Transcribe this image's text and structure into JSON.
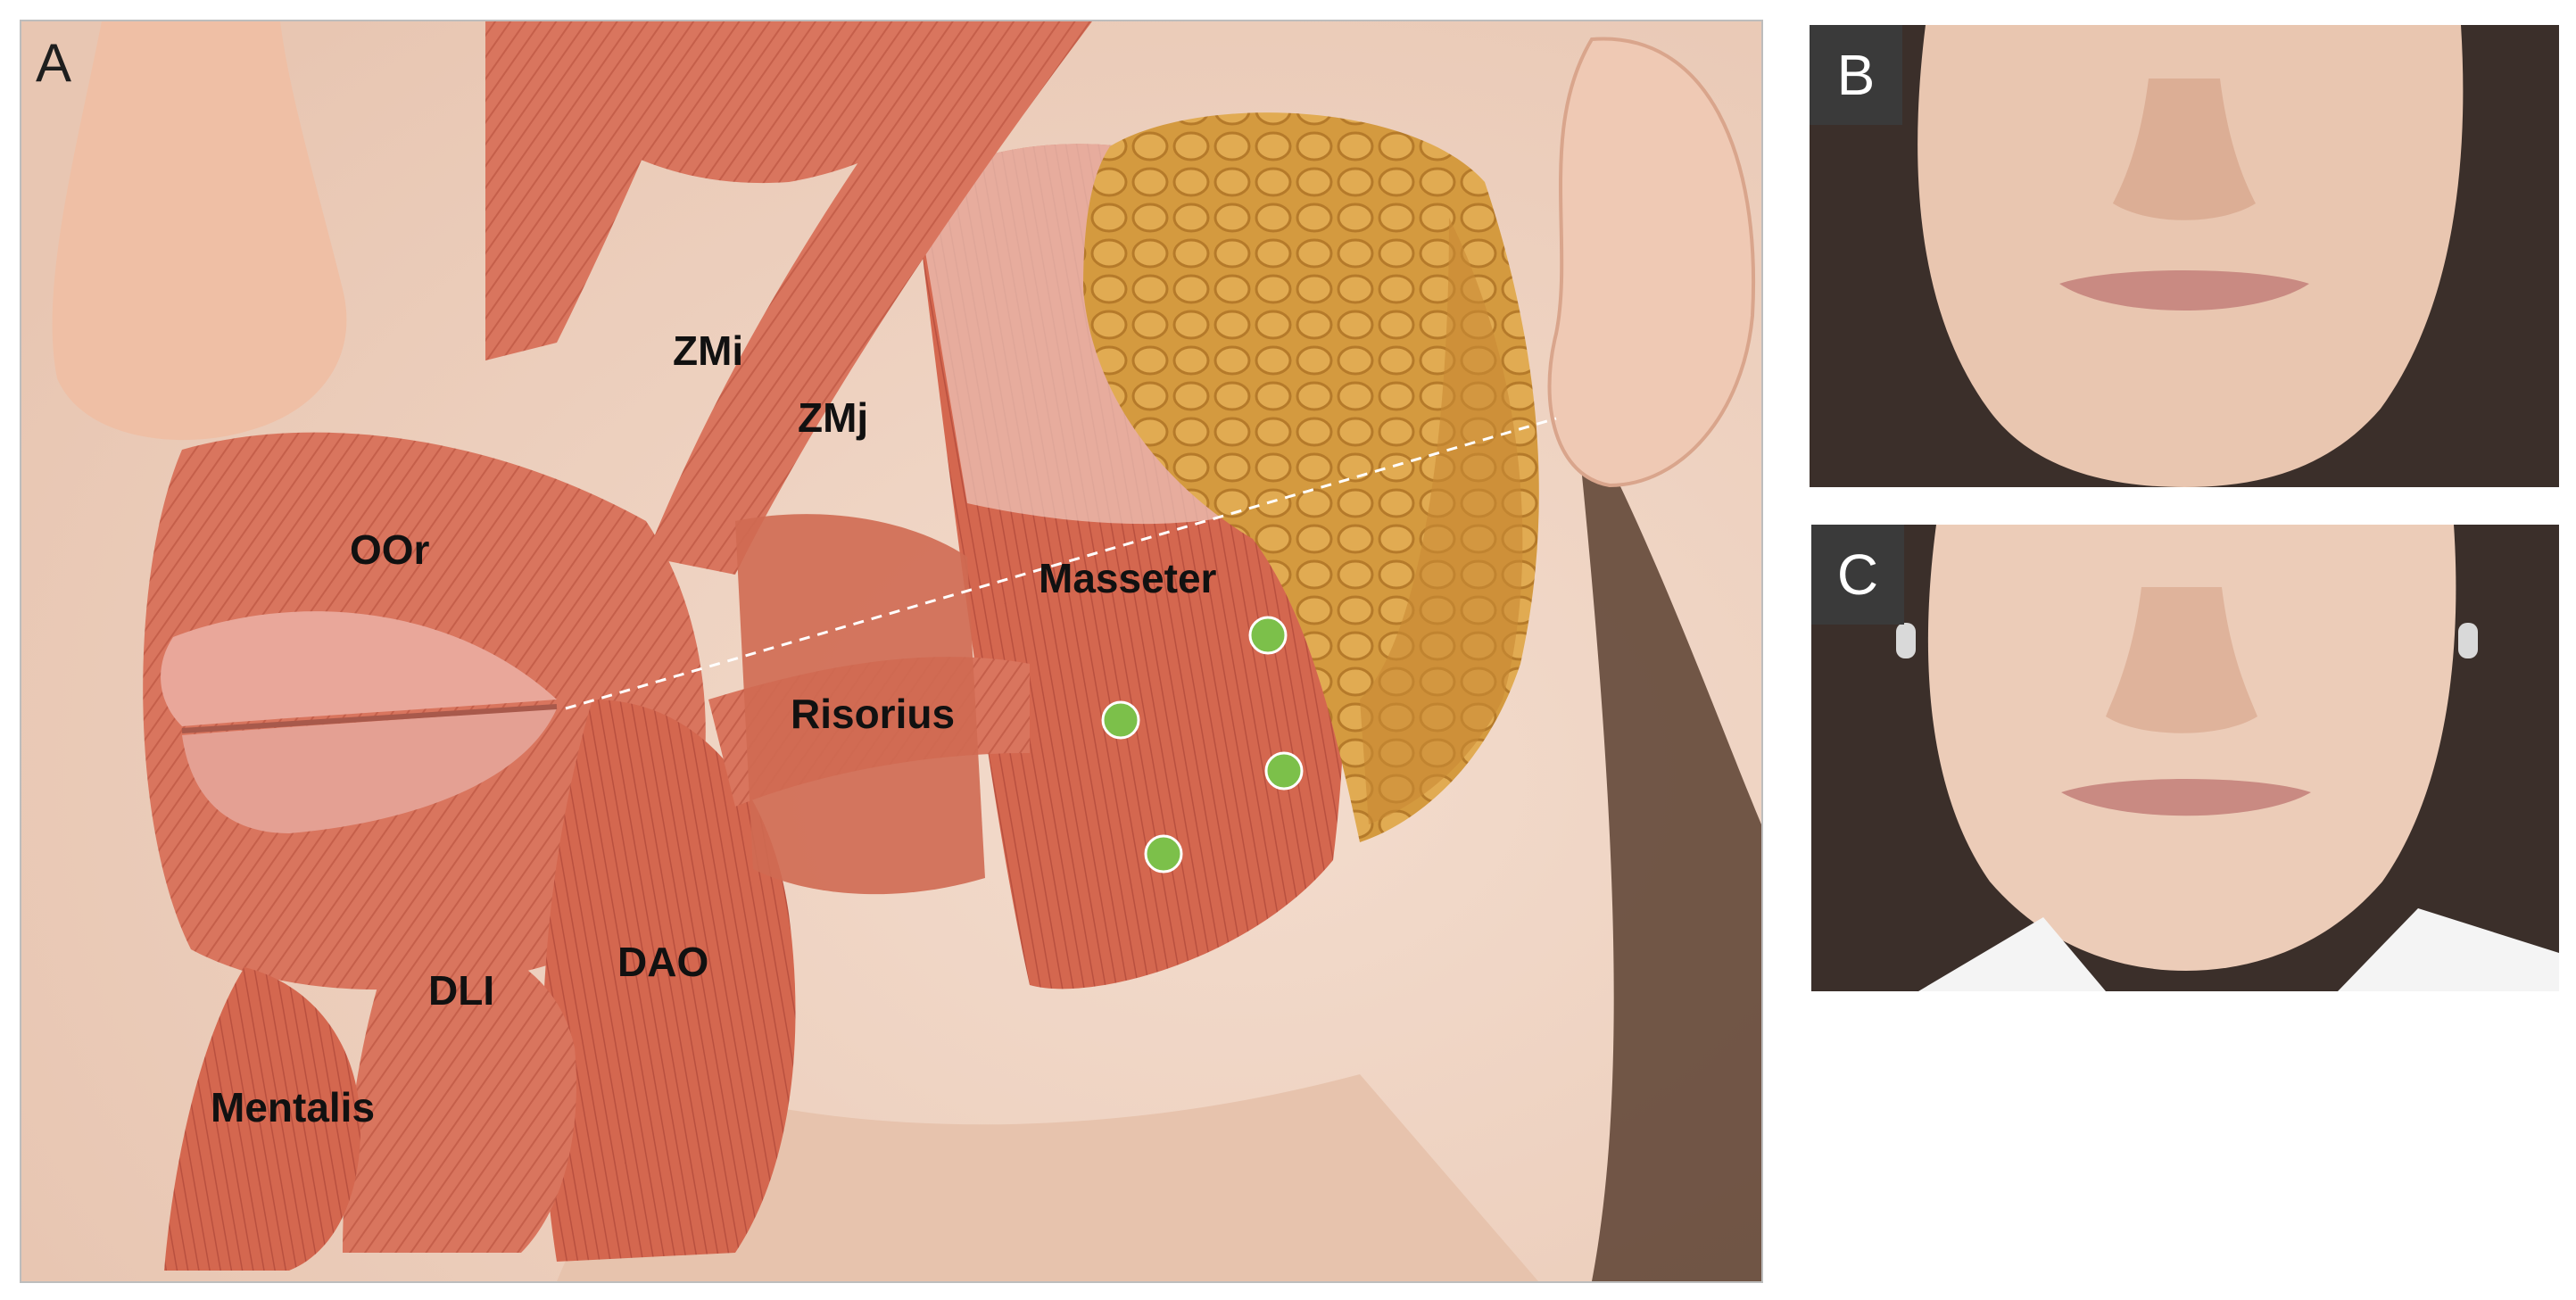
{
  "panels": {
    "a": {
      "letter": "A"
    },
    "b": {
      "letter": "B"
    },
    "c": {
      "letter": "C"
    }
  },
  "labels": {
    "zmi": "ZMi",
    "zmj": "ZMj",
    "oor": "OOr",
    "masseter": "Masseter",
    "risorius": "Risorius",
    "dli": "DLI",
    "dao": "DAO",
    "mentalis": "Mentalis"
  },
  "injection_points": {
    "count": 4,
    "color": "#7cc04a"
  },
  "colors": {
    "muscle": "#d9755e",
    "muscle_dark": "#b9503f",
    "parotid_gland": "#d49a3f",
    "skin": "#f0d7c7",
    "hair": "#3b2f2a"
  }
}
